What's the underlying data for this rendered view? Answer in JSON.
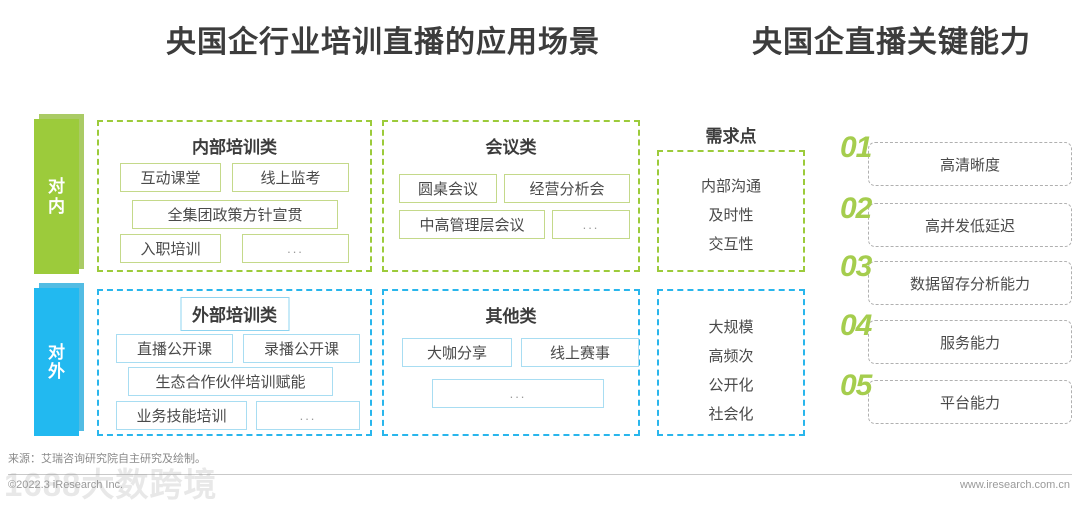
{
  "titles": {
    "left": "央国企行业培训直播的应用场景",
    "right": "央国企直播关键能力"
  },
  "colors": {
    "green": "#9ccb3b",
    "blue": "#22b9f0",
    "chip_green_border": "#c4d98a",
    "chip_blue_border": "#a8ddf2",
    "number_green": "#a5cd4e",
    "text": "#4a4a4a"
  },
  "tabs": [
    {
      "id": "internal",
      "line1": "对",
      "line2": "内"
    },
    {
      "id": "external",
      "line1": "对",
      "line2": "外"
    }
  ],
  "groups": {
    "internal_training": {
      "title": "内部培训类",
      "chips": [
        "互动课堂",
        "线上监考",
        "全集团政策方针宣贯",
        "入职培训",
        "..."
      ]
    },
    "meeting": {
      "title": "会议类",
      "chips": [
        "圆桌会议",
        "经营分析会",
        "中高管理层会议",
        "..."
      ]
    },
    "external_training": {
      "title": "外部培训类",
      "chips": [
        "直播公开课",
        "录播公开课",
        "生态合作伙伴培训赋能",
        "业务技能培训",
        "..."
      ]
    },
    "other": {
      "title": "其他类",
      "chips": [
        "大咖分享",
        "线上赛事",
        "..."
      ]
    }
  },
  "demand": {
    "heading": "需求点",
    "internal_points": [
      "内部沟通",
      "及时性",
      "交互性"
    ],
    "external_points": [
      "大规模",
      "高频次",
      "公开化",
      "社会化"
    ]
  },
  "capabilities": [
    {
      "num": "01",
      "label": "高清晰度"
    },
    {
      "num": "02",
      "label": "高并发低延迟"
    },
    {
      "num": "03",
      "label": "数据留存分析能力"
    },
    {
      "num": "04",
      "label": "服务能力"
    },
    {
      "num": "05",
      "label": "平台能力"
    }
  ],
  "footer": {
    "source": "来源：艾瑞咨询研究院自主研究及绘制。",
    "copyright": "©2022.3 iResearch Inc.",
    "url": "www.iresearch.com.cn",
    "watermark": "1688大数跨境"
  }
}
